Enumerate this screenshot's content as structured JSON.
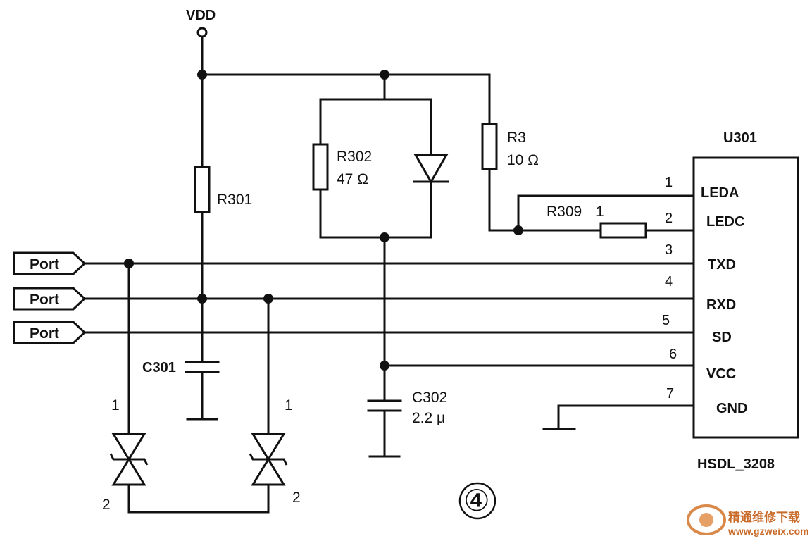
{
  "power": {
    "label": "VDD"
  },
  "components": {
    "r301": {
      "ref": "R301"
    },
    "r302": {
      "ref": "R302",
      "value": "47 Ω"
    },
    "r3": {
      "ref": "R3",
      "value": "10 Ω"
    },
    "r309": {
      "ref": "R309",
      "pin_label": "1"
    },
    "c301": {
      "ref": "C301"
    },
    "c302": {
      "ref": "C302",
      "value": "2.2 μ"
    },
    "tvs_left": {
      "pin1": "1",
      "pin2": "2"
    },
    "tvs_right": {
      "pin1": "1",
      "pin2": "2"
    }
  },
  "ports": [
    {
      "label": "Port"
    },
    {
      "label": "Port"
    },
    {
      "label": "Port"
    }
  ],
  "ic": {
    "ref": "U301",
    "part": "HSDL_3208",
    "pins": [
      {
        "num": "1",
        "name": "LEDA"
      },
      {
        "num": "2",
        "name": "LEDC"
      },
      {
        "num": "3",
        "name": "TXD"
      },
      {
        "num": "4",
        "name": "RXD"
      },
      {
        "num": "5",
        "name": "SD"
      },
      {
        "num": "6",
        "name": "VCC"
      },
      {
        "num": "7",
        "name": "GND"
      }
    ]
  },
  "figure_number": "④",
  "watermark": {
    "site_name": "精通维修下载",
    "url": "www.gzweix.com"
  }
}
